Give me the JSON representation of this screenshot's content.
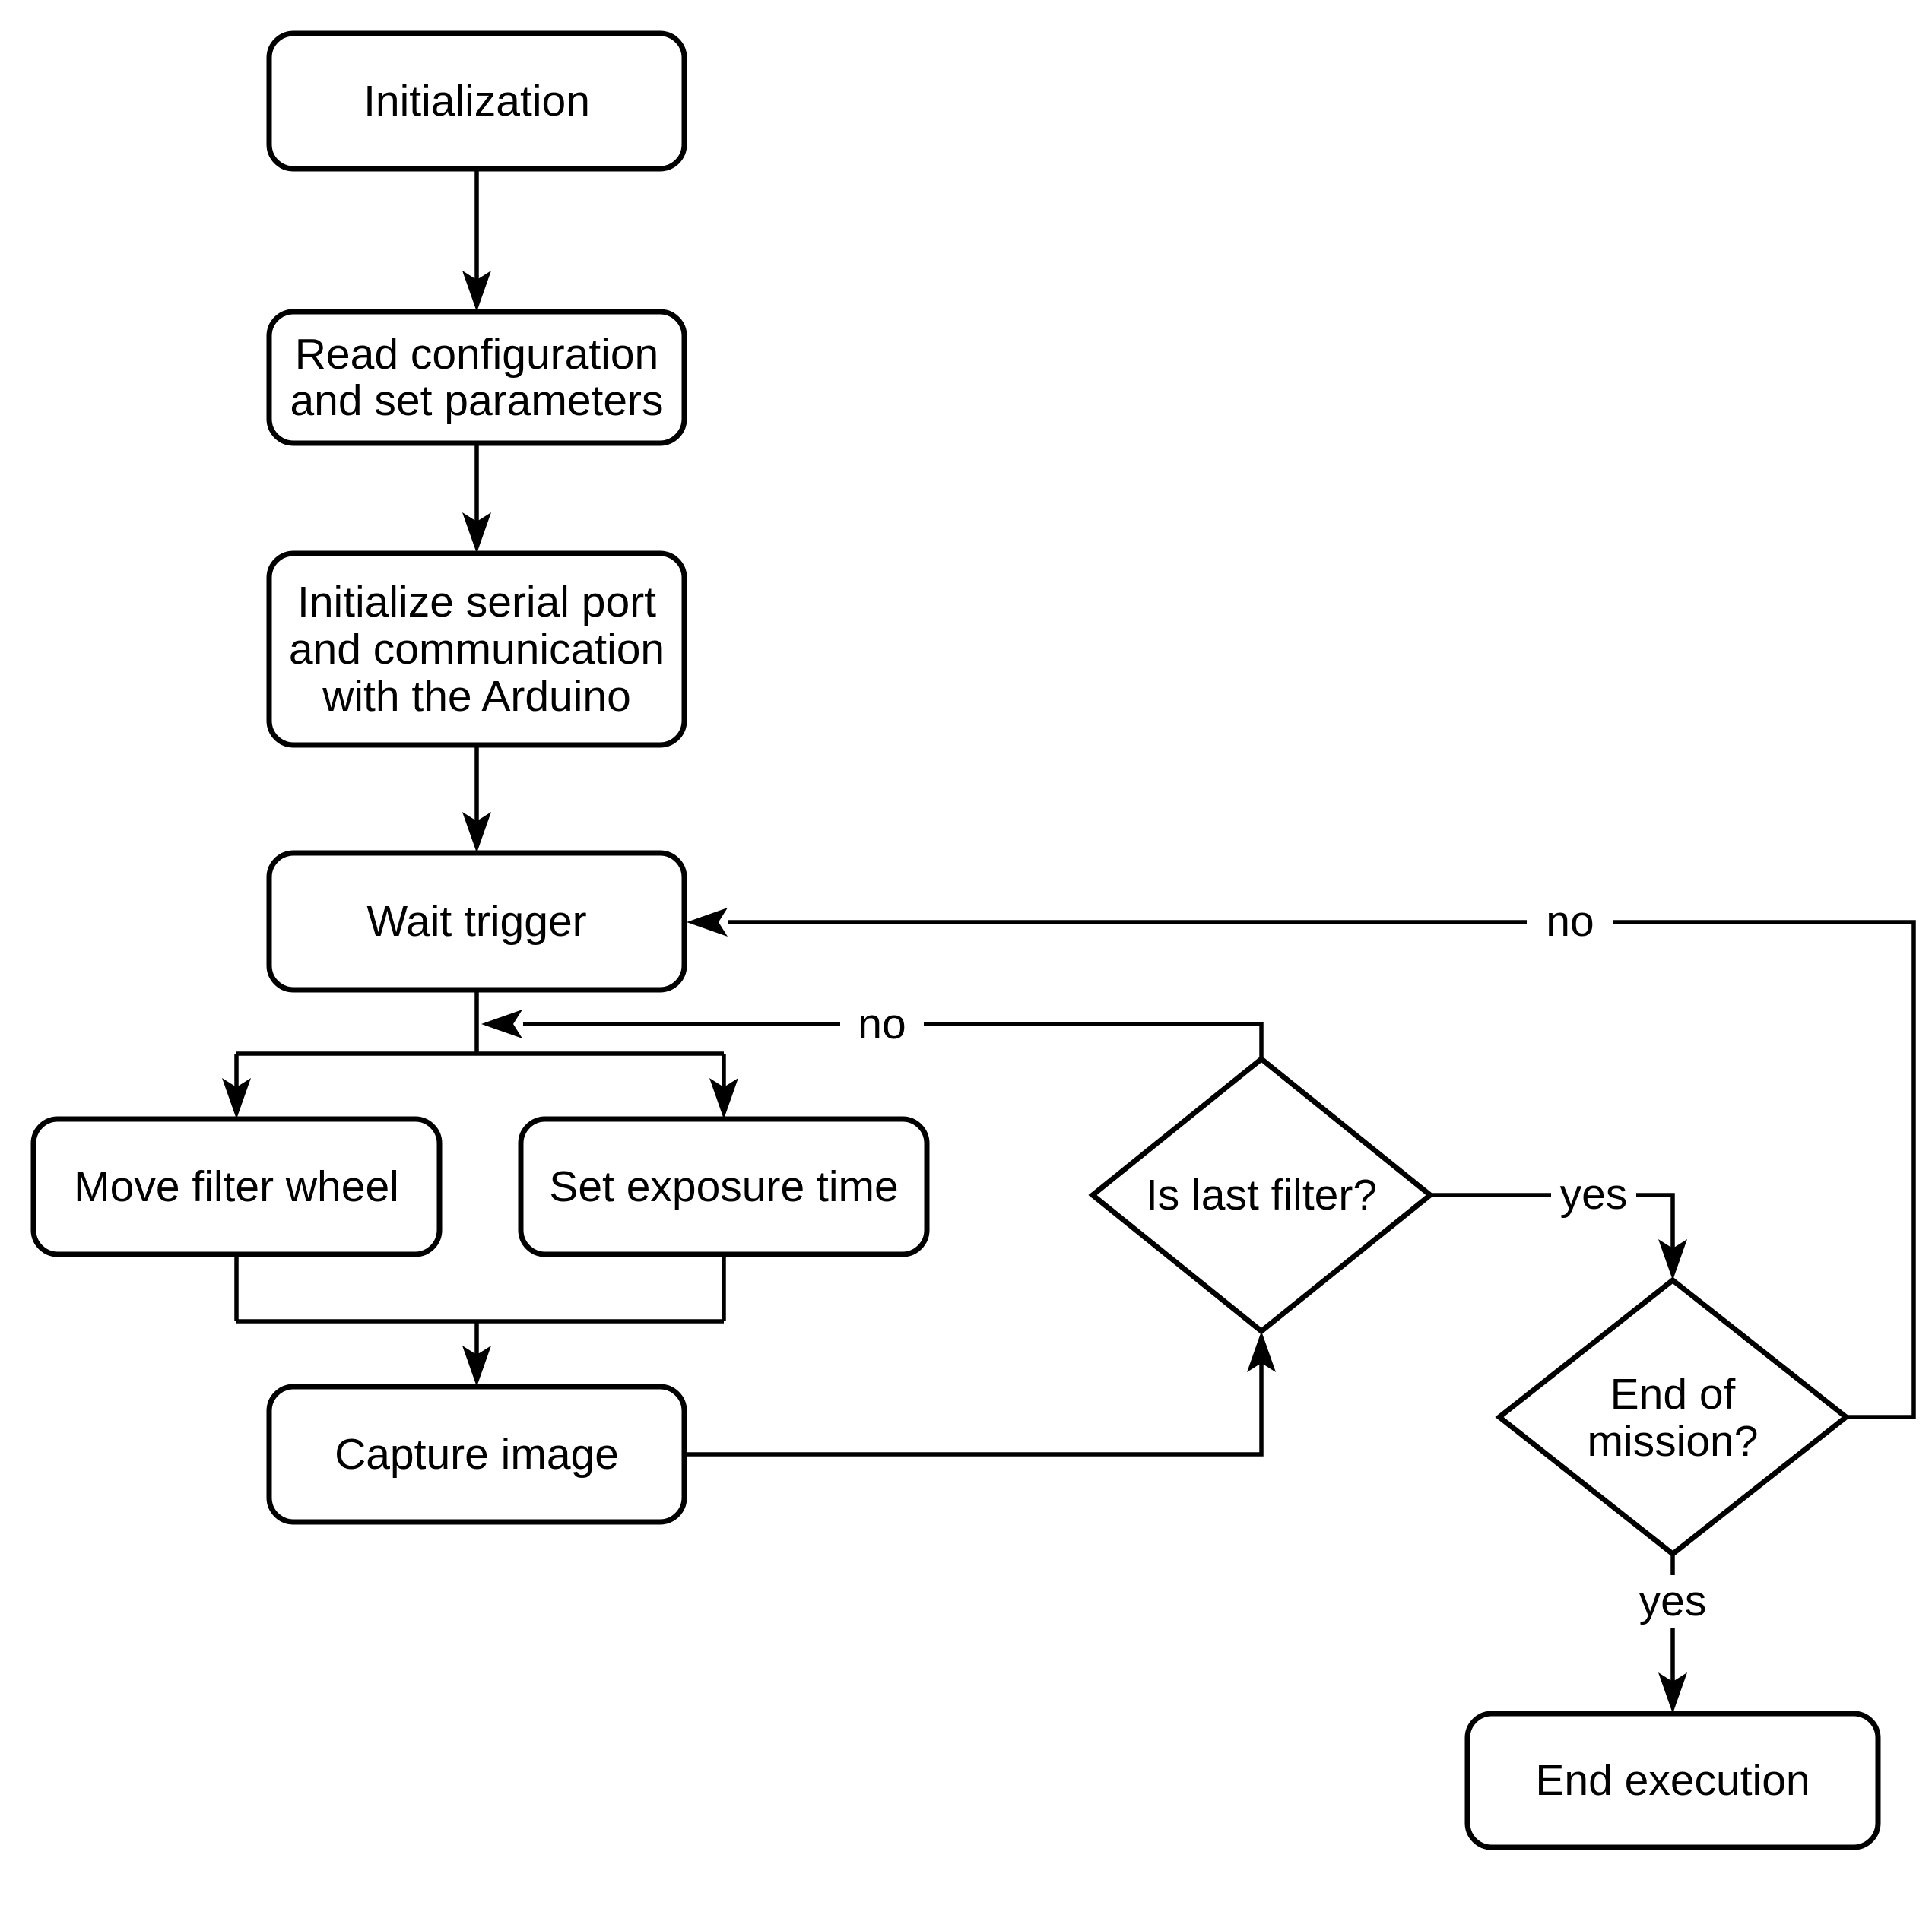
{
  "diagram": {
    "type": "flowchart",
    "background_color": "#ffffff",
    "line_color": "#000000",
    "text_color": "#000000",
    "nodes": {
      "initialization": {
        "shape": "rounded-rect",
        "label": "Initialization"
      },
      "read_config": {
        "shape": "rounded-rect",
        "label": "Read configuration and set parameters",
        "lines": [
          "Read configuration",
          "and set parameters"
        ]
      },
      "init_serial": {
        "shape": "rounded-rect",
        "label": "Initialize serial port and communication with the Arduino",
        "lines": [
          "Initialize serial port",
          "and communication",
          "with the Arduino"
        ]
      },
      "wait_trigger": {
        "shape": "rounded-rect",
        "label": "Wait trigger"
      },
      "move_filter_wheel": {
        "shape": "rounded-rect",
        "label": "Move filter wheel"
      },
      "set_exposure_time": {
        "shape": "rounded-rect",
        "label": "Set exposure time"
      },
      "capture_image": {
        "shape": "rounded-rect",
        "label": "Capture image"
      },
      "is_last_filter": {
        "shape": "diamond",
        "label": "Is last filter?"
      },
      "end_of_mission": {
        "shape": "diamond",
        "label": "End of mission?",
        "lines": [
          "End of",
          "mission?"
        ]
      },
      "end_execution": {
        "shape": "rounded-rect",
        "label": "End execution"
      }
    },
    "edge_labels": {
      "is_last_filter_no": "no",
      "is_last_filter_yes": "yes",
      "end_of_mission_no": "no",
      "end_of_mission_yes": "yes"
    }
  }
}
